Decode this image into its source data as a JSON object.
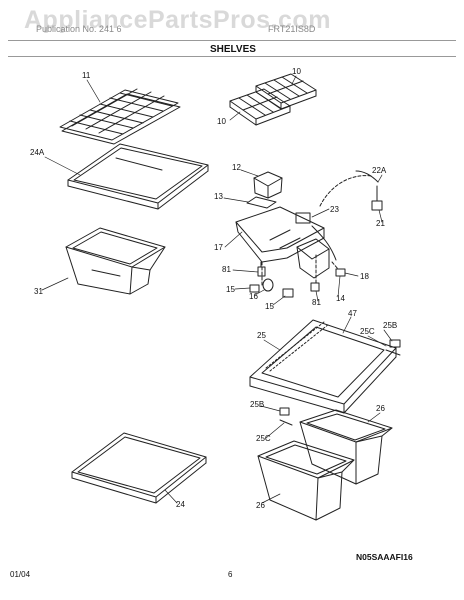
{
  "watermark": "AppliancePartsPros.com",
  "header": {
    "publication": "Publication No. 241 6",
    "model": "FRT21IS8D",
    "section": "SHELVES"
  },
  "callouts": [
    "11",
    "10",
    "10",
    "24A",
    "12",
    "22A",
    "13",
    "23",
    "21",
    "17",
    "81",
    "18",
    "15",
    "16",
    "15",
    "81",
    "14",
    "31",
    "47",
    "25",
    "25C",
    "25B",
    "25B",
    "26",
    "25C",
    "26",
    "24"
  ],
  "footer": {
    "drawing_code": "N05SAAAFI16",
    "date": "01/04",
    "page_number": "6"
  },
  "colors": {
    "line": "#222222",
    "watermark": "#d9d9d9"
  }
}
